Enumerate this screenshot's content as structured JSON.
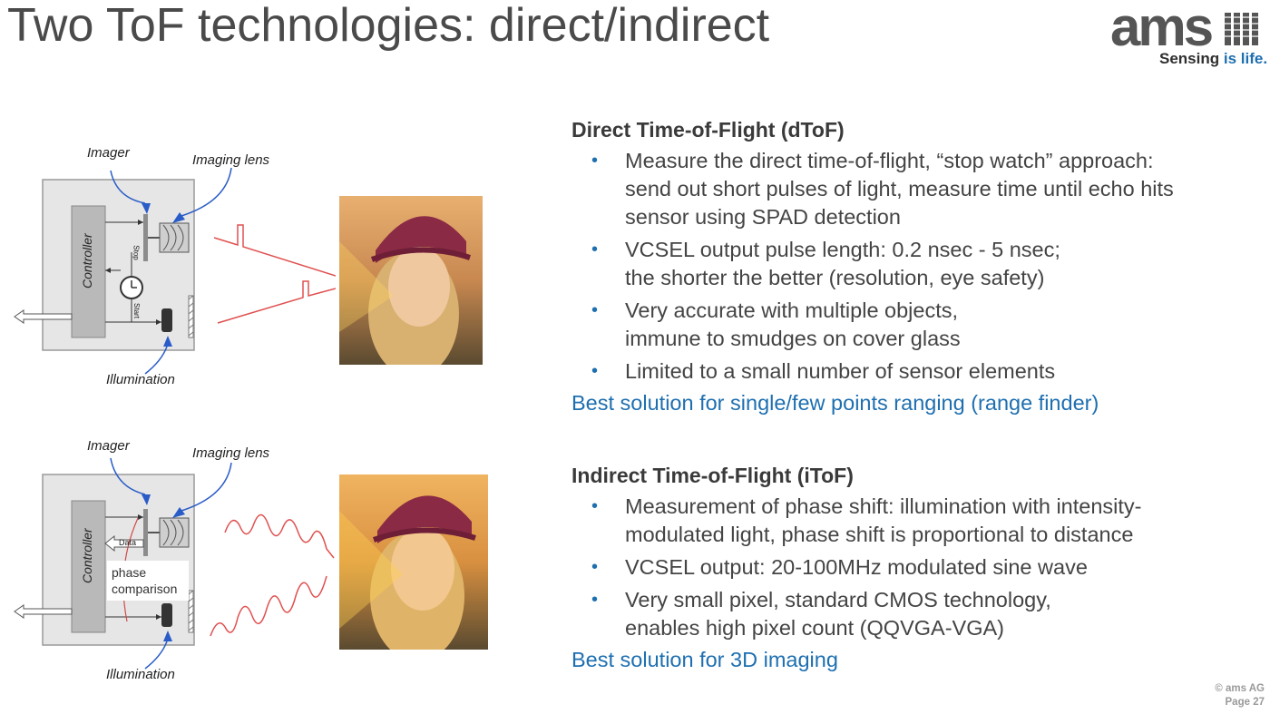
{
  "slide": {
    "title": "Two ToF technologies: direct/indirect",
    "logo_text": "ams",
    "tagline_prefix": "Sensing ",
    "tagline_highlight": "is life.",
    "copyright": "© ams AG",
    "page": "Page 27"
  },
  "diagram_top": {
    "imager": "Imager",
    "imaging_lens": "Imaging lens",
    "controller": "Controller",
    "illumination": "Illumination",
    "stop": "Stop",
    "start": "Start"
  },
  "diagram_bottom": {
    "imager": "Imager",
    "imaging_lens": "Imaging lens",
    "controller": "Controller",
    "illumination": "Illumination",
    "data": "Data",
    "phase_line1": "phase",
    "phase_line2": "comparison"
  },
  "dtof": {
    "heading": "Direct Time-of-Flight (dToF)",
    "bullets": [
      [
        "Measure the direct time-of-flight, “stop watch” approach:",
        "send out short pulses of light, measure time until echo hits",
        "sensor using SPAD detection"
      ],
      [
        "VCSEL output pulse length: 0.2 nsec - 5 nsec;",
        "the shorter the better (resolution, eye safety)"
      ],
      [
        "Very accurate with multiple objects,",
        "immune to smudges on cover glass"
      ],
      [
        "Limited to a small number of sensor elements"
      ]
    ],
    "best": "Best solution for single/few points ranging (range finder)"
  },
  "itof": {
    "heading": "Indirect Time-of-Flight (iToF)",
    "bullets": [
      [
        "Measurement of phase shift: illumination with intensity-",
        "modulated light, phase shift is proportional to distance"
      ],
      [
        "VCSEL output: 20-100MHz modulated sine wave"
      ],
      [
        "Very small pixel, standard CMOS technology,",
        "enables high pixel count (QQVGA-VGA)"
      ]
    ],
    "best": "Best solution for 3D imaging"
  },
  "colors": {
    "accent": "#1e6fb0",
    "text": "#444444",
    "signal": "#e05050"
  }
}
